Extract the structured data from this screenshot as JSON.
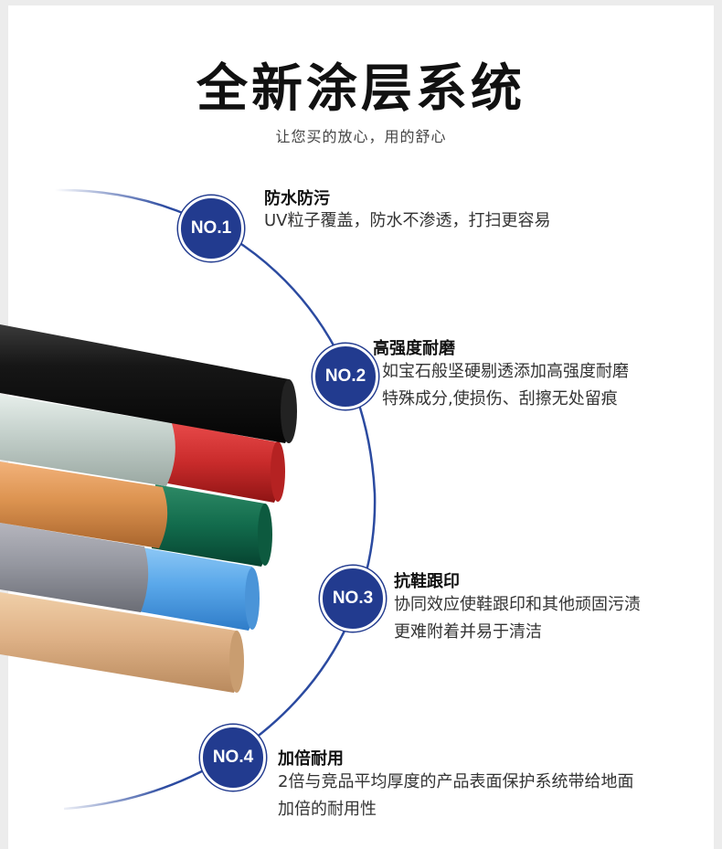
{
  "header": {
    "title": "全新涂层系统",
    "subtitle": "让您买的放心，用的舒心"
  },
  "colors": {
    "accent": "#223b8f",
    "arc": "#2b4aa0"
  },
  "features": [
    {
      "badge": "NO.1",
      "title": "防水防污",
      "desc_lines": [
        "UV粒子覆盖，防水不渗透，打扫更容易"
      ]
    },
    {
      "badge": "NO.2",
      "title": "高强度耐磨",
      "desc_lines": [
        "如宝石般坚硬剔透添加高强度耐磨",
        "特殊成分,使损伤、刮擦无处留痕"
      ]
    },
    {
      "badge": "NO.3",
      "title": "抗鞋跟印",
      "desc_lines": [
        "协同效应使鞋跟印和其他顽固污渍",
        "更难附着并易于清洁"
      ]
    },
    {
      "badge": "NO.4",
      "title": "加倍耐用",
      "desc_lines": [
        "2倍与竞品平均厚度的产品表面保护系统带给地面",
        "加倍的耐用性"
      ]
    }
  ]
}
